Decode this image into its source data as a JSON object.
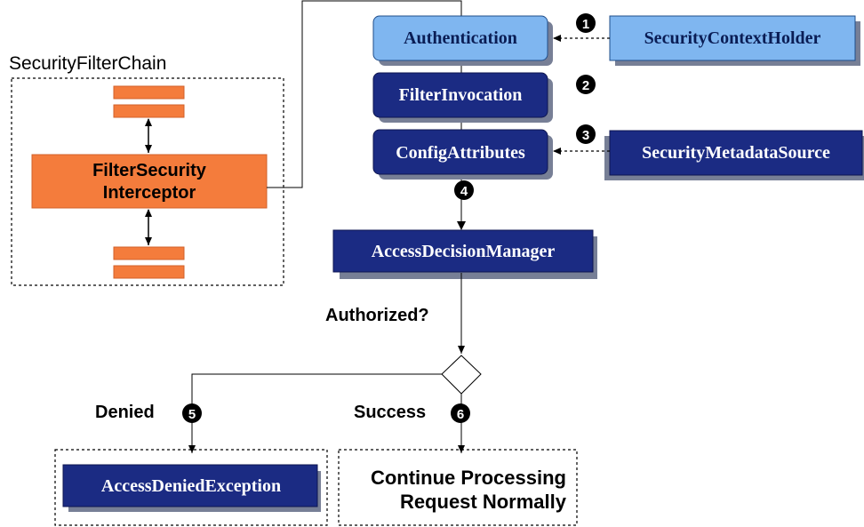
{
  "filter_chain": {
    "title": "SecurityFilterChain",
    "interceptor_line1": "FilterSecurity",
    "interceptor_line2": "Interceptor"
  },
  "nodes": {
    "authentication": "Authentication",
    "filter_invocation": "FilterInvocation",
    "config_attributes": "ConfigAttributes",
    "security_context_holder": "SecurityContextHolder",
    "security_metadata_source": "SecurityMetadataSource",
    "access_decision_manager": "AccessDecisionManager",
    "access_denied_exception": "AccessDeniedException"
  },
  "decision": {
    "question": "Authorized?",
    "denied": "Denied",
    "success": "Success"
  },
  "outcome": {
    "line1": "Continue Processing",
    "line2": "Request Normally"
  },
  "steps": [
    "1",
    "2",
    "3",
    "4",
    "5",
    "6"
  ],
  "colors": {
    "light_blue": "#7fb6f0",
    "dark_blue": "#1b2b83",
    "orange": "#f47c3c",
    "shadow": "#777f96"
  }
}
